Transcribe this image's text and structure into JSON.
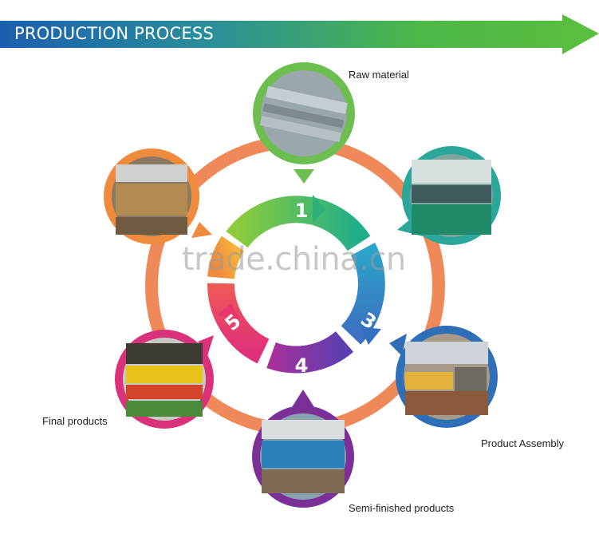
{
  "header": {
    "title": "PRODUCTION PROCESS"
  },
  "steps": [
    {
      "number": "1",
      "color": "#43b863"
    },
    {
      "number": "3",
      "color": "#3b7fc4"
    },
    {
      "number": "4",
      "color": "#8b2fa0"
    },
    {
      "number": "5",
      "color": "#e8356b"
    }
  ],
  "labels": {
    "raw_material": "Raw material",
    "product_assembly": "Product Assembly",
    "semi_finished": "Semi-finished products",
    "final_products": "Final products"
  },
  "watermark": "trade.china.cn",
  "colors": {
    "banner_start": "#1e64b4",
    "banner_end": "#4cb848",
    "outer_ring": "#f0895a"
  }
}
